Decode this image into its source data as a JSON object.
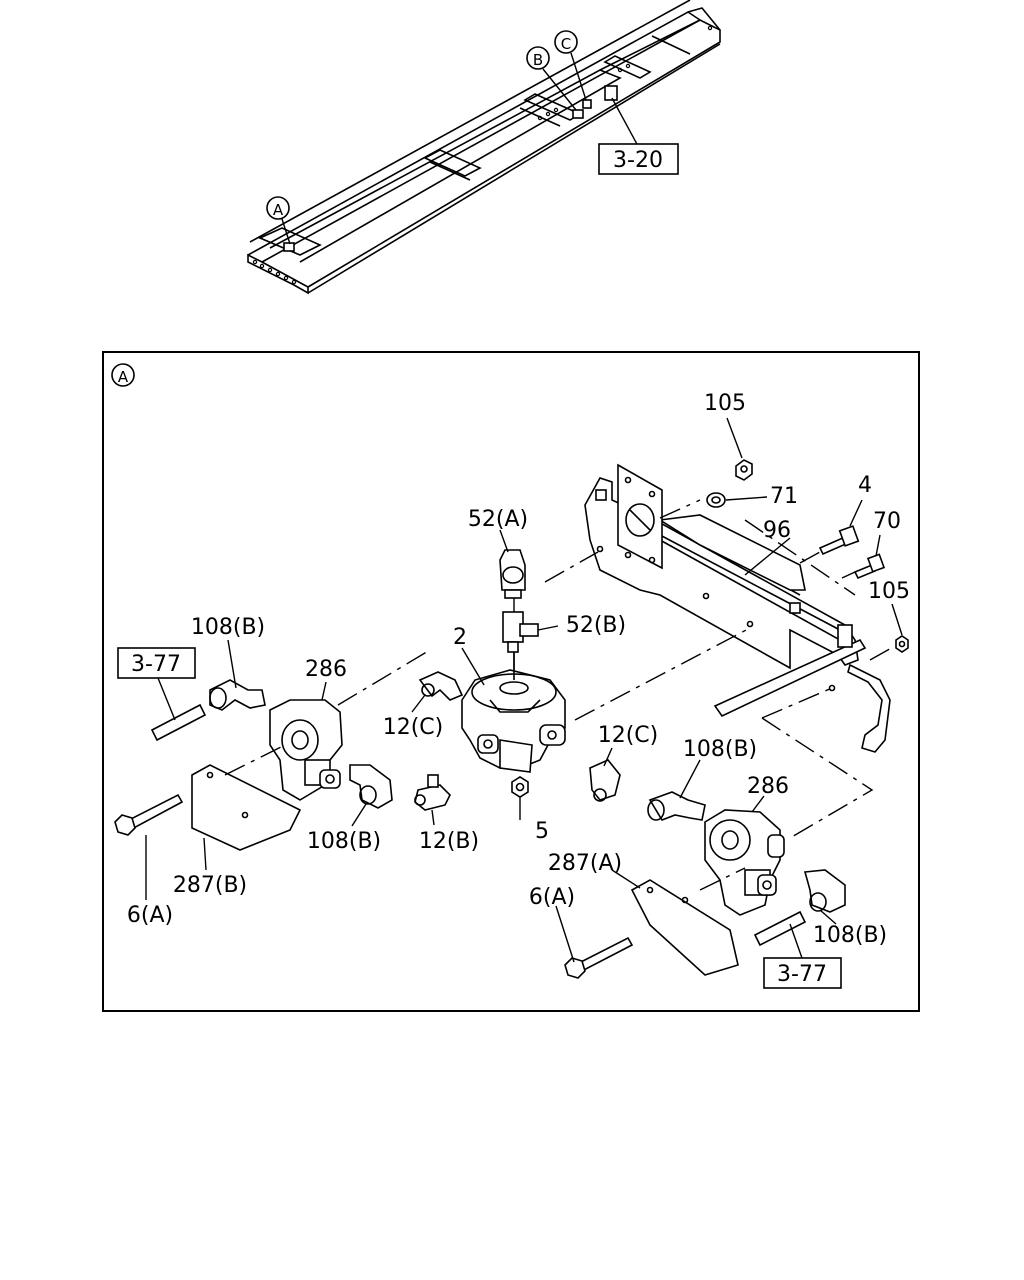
{
  "overview": {
    "callouts": [
      "A",
      "B",
      "C"
    ],
    "ref": "3-20"
  },
  "detail": {
    "view_callout": "A",
    "refs": [
      "3-77",
      "3-77"
    ],
    "labels": {
      "p105a": "105",
      "p71": "71",
      "p4": "4",
      "p70": "70",
      "p96": "96",
      "p105b": "105",
      "p52a": "52(A)",
      "p52b": "52(B)",
      "p2": "2",
      "p108b_1": "108(B)",
      "p286_1": "286",
      "p12c_1": "12(C)",
      "p12c_2": "12(C)",
      "p108b_2": "108(B)",
      "p286_2": "286",
      "p108b_3": "108(B)",
      "p12b": "12(B)",
      "p5": "5",
      "p287a": "287(A)",
      "p6a_2": "6(A)",
      "p287b": "287(B)",
      "p6a_1": "6(A)",
      "p108b_4": "108(B)"
    }
  }
}
